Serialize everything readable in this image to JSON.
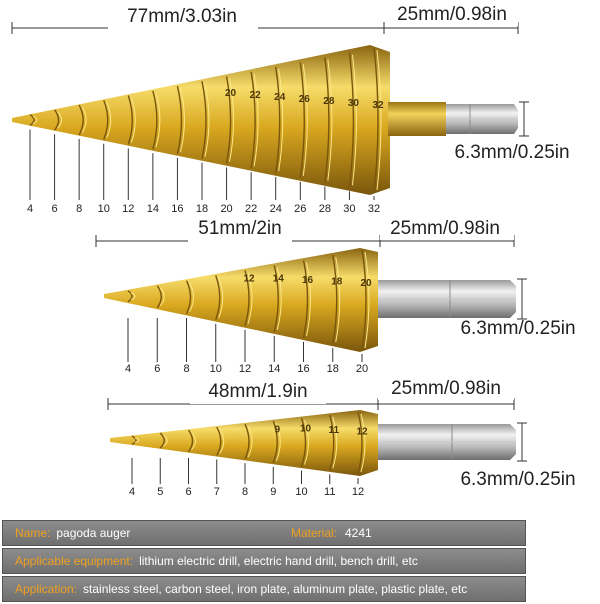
{
  "drills": [
    {
      "length_label": "77mm/3.03in",
      "shank_length_label": "25mm/0.98in",
      "shank_diameter_label": "6.3mm/0.25in",
      "steps": [
        "4",
        "6",
        "8",
        "10",
        "12",
        "14",
        "16",
        "18",
        "20",
        "22",
        "24",
        "26",
        "28",
        "30",
        "32"
      ],
      "bit_markings": [
        "20",
        "22",
        "24",
        "26",
        "28",
        "30",
        "32"
      ]
    },
    {
      "length_label": "51mm/2in",
      "shank_length_label": "25mm/0.98in",
      "shank_diameter_label": "6.3mm/0.25in",
      "steps": [
        "4",
        "6",
        "8",
        "10",
        "12",
        "14",
        "16",
        "18",
        "20"
      ],
      "bit_markings": [
        "12",
        "14",
        "16",
        "18",
        "20"
      ]
    },
    {
      "length_label": "48mm/1.9in",
      "shank_length_label": "25mm/0.98in",
      "shank_diameter_label": "6.3mm/0.25in",
      "steps": [
        "4",
        "5",
        "6",
        "7",
        "8",
        "9",
        "10",
        "11",
        "12"
      ],
      "bit_markings": [
        "9",
        "10",
        "11",
        "12"
      ]
    }
  ],
  "info": {
    "name_key": "Name:",
    "name_value": "pagoda auger",
    "material_key": "Material:",
    "material_value": "4241",
    "equipment_key": "Applicable equipment:",
    "equipment_value": "lithium electric drill, electric hand drill, bench drill, etc",
    "application_key": "Application:",
    "application_value": "stainless steel, carbon steel, iron plate, aluminum plate, plastic plate, etc"
  },
  "colors": {
    "gold_light": "#f6dc6a",
    "gold_mid": "#d9a81f",
    "gold_dark": "#8a6410",
    "steel_light": "#e6e6e6",
    "steel_dark": "#8e8e8e",
    "table_key": "#f0a020",
    "table_bg": "#7d7d7d"
  }
}
